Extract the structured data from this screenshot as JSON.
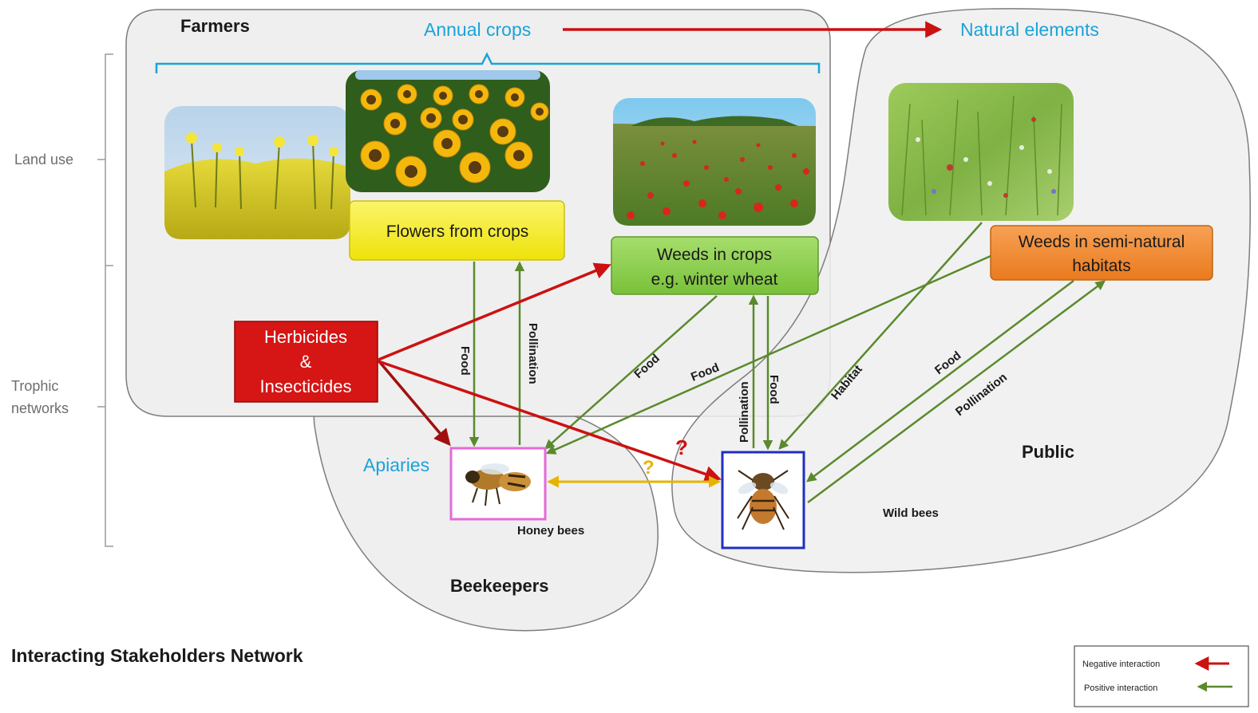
{
  "stakeholders": {
    "farmers": "Farmers",
    "beekeepers": "Beekeepers",
    "public": "Public"
  },
  "categories": {
    "annual_crops": "Annual crops",
    "natural_elements": "Natural elements",
    "apiaries": "Apiaries"
  },
  "side_labels": {
    "land_use": "Land use",
    "trophic_line1": "Trophic",
    "trophic_line2": "networks"
  },
  "boxes": {
    "flowers_from_crops": "Flowers from crops",
    "weeds_in_crops_line1": "Weeds in crops",
    "weeds_in_crops_line2": "e.g. winter wheat",
    "weeds_semi_line1": "Weeds in semi-natural",
    "weeds_semi_line2": "habitats",
    "herbicides_line1": "Herbicides",
    "herbicides_line2": "&",
    "herbicides_line3": "Insecticides"
  },
  "bees": {
    "honey_bees": "Honey bees",
    "wild_bees": "Wild bees"
  },
  "arrow_labels": {
    "food_1": "Food",
    "pollination_1": "Pollination",
    "food_2": "Food",
    "food_3": "Food",
    "pollination_2": "Pollination",
    "food_4": "Food",
    "habitat": "Habitat",
    "food_5": "Food",
    "pollination_3": "Pollination",
    "question_red": "?",
    "question_yellow": "?"
  },
  "footer": {
    "title": "Interacting Stakeholders Network"
  },
  "legend": {
    "negative": "Negative interaction",
    "positive": "Positive interaction"
  },
  "colors": {
    "negative": "#cc1111",
    "positive": "#5a8a2c",
    "uncertain": "#e6b400",
    "accent_blue": "#1aa3d9",
    "flowers_box": "#f5ef14",
    "weeds_box": "#8bcf4a",
    "semi_natural_box": "#f28a2e",
    "herbicide_box": "#d61515",
    "honeybee_frame": "#e66ad8",
    "wildbee_frame": "#1f2fc2"
  },
  "icons": [
    "rapeseed-photo",
    "sunflower-photo",
    "poppy-field-photo",
    "meadow-photo",
    "honey-bee-icon",
    "wild-bee-icon"
  ]
}
